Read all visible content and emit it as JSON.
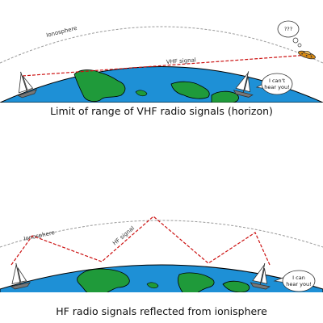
{
  "top_panel": {
    "caption": "Limit of range of VHF radio signals (horizon)",
    "ionosphere_label": "Ionosphere",
    "signal_label": "VHF signal",
    "speech_bubble": [
      "I can't",
      "hear you!"
    ],
    "thought_bubble": "???"
  },
  "bottom_panel": {
    "caption": "HF radio signals reflected from ionisphere",
    "ionosphere_label": "Ionosphere",
    "signal_label": "HF signal",
    "speech_bubble": [
      "I can",
      "hear you!"
    ]
  },
  "colors": {
    "ocean": "#1e90d6",
    "land": "#1f9a3a",
    "signal": "#cc1111",
    "ionosphere": "#999999",
    "ufo": "#d98a12"
  }
}
